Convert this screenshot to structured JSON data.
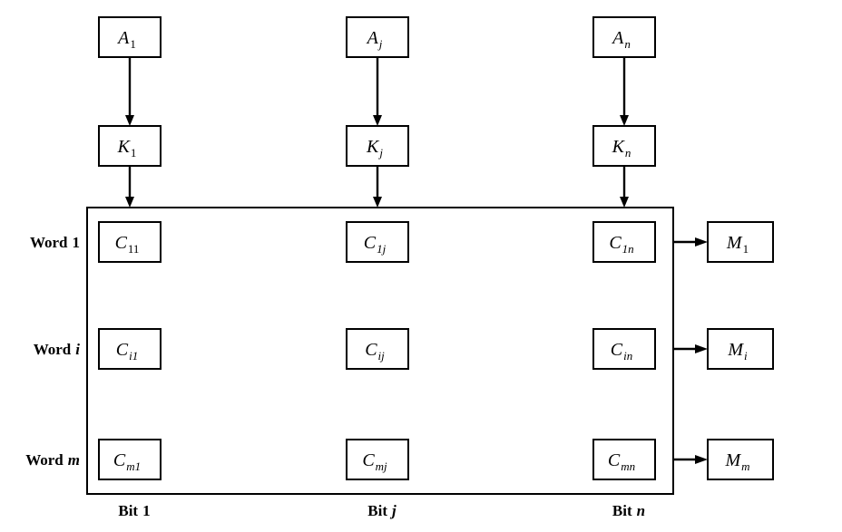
{
  "argument_registers": [
    {
      "base": "A",
      "sub": "1"
    },
    {
      "base": "A",
      "sub": "j"
    },
    {
      "base": "A",
      "sub": "n"
    }
  ],
  "key_registers": [
    {
      "base": "K",
      "sub": "1"
    },
    {
      "base": "K",
      "sub": "j"
    },
    {
      "base": "K",
      "sub": "n"
    }
  ],
  "cells": [
    [
      {
        "base": "C",
        "sub": "11"
      },
      {
        "base": "C",
        "sub": "1j"
      },
      {
        "base": "C",
        "sub": "1n"
      }
    ],
    [
      {
        "base": "C",
        "sub": "i1"
      },
      {
        "base": "C",
        "sub": "ij"
      },
      {
        "base": "C",
        "sub": "in"
      }
    ],
    [
      {
        "base": "C",
        "sub": "m1"
      },
      {
        "base": "C",
        "sub": "mj"
      },
      {
        "base": "C",
        "sub": "mn"
      }
    ]
  ],
  "match_registers": [
    {
      "base": "M",
      "sub": "1"
    },
    {
      "base": "M",
      "sub": "i"
    },
    {
      "base": "M",
      "sub": "m"
    }
  ],
  "word_labels": [
    {
      "text": "Word",
      "index": "1"
    },
    {
      "text": "Word",
      "index": "i"
    },
    {
      "text": "Word",
      "index": "m"
    }
  ],
  "bit_labels": [
    {
      "text": "Bit",
      "index": "1"
    },
    {
      "text": "Bit",
      "index": "j"
    },
    {
      "text": "Bit",
      "index": "n"
    }
  ]
}
